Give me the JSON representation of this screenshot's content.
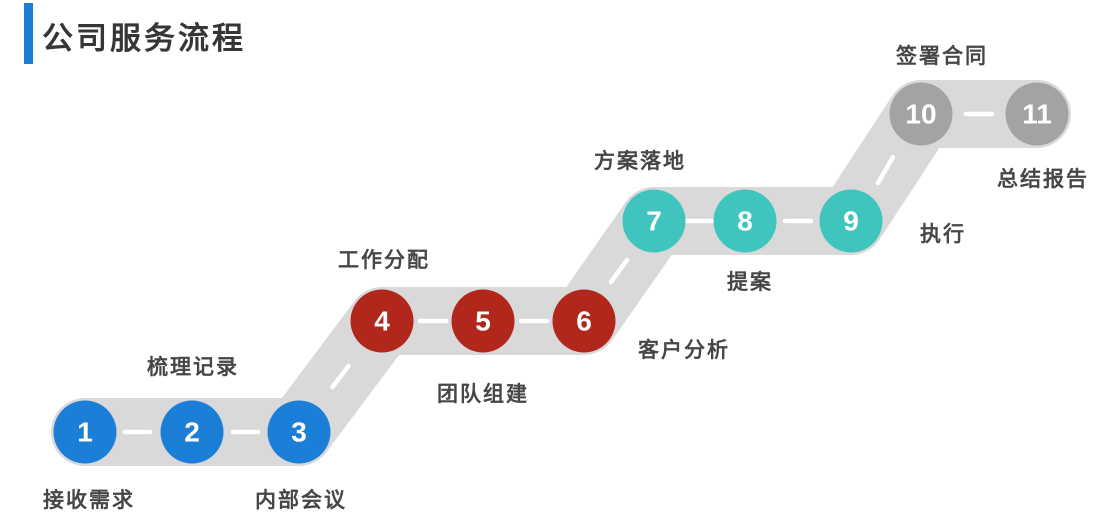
{
  "header": {
    "title": "公司服务流程"
  },
  "palette": {
    "accent": "#1b7fd8",
    "track": "#d9d9d9",
    "stage_blue": "#1b7fd8",
    "stage_red": "#b1271b",
    "stage_teal": "#3fc4be",
    "stage_gray": "#a3a3a3",
    "number_text": "#ffffff",
    "label_text": "#464646",
    "title_text": "#363636"
  },
  "process": {
    "steps": [
      {
        "number": "1",
        "label": "接收需求",
        "stage": "blue"
      },
      {
        "number": "2",
        "label": "梳理记录",
        "stage": "blue"
      },
      {
        "number": "3",
        "label": "内部会议",
        "stage": "blue"
      },
      {
        "number": "4",
        "label": "工作分配",
        "stage": "red"
      },
      {
        "number": "5",
        "label": "团队组建",
        "stage": "red"
      },
      {
        "number": "6",
        "label": "客户分析",
        "stage": "red"
      },
      {
        "number": "7",
        "label": "方案落地",
        "stage": "teal"
      },
      {
        "number": "8",
        "label": "提案",
        "stage": "teal"
      },
      {
        "number": "9",
        "label": "执行",
        "stage": "teal"
      },
      {
        "number": "10",
        "label": "签署合同",
        "stage": "gray"
      },
      {
        "number": "11",
        "label": "总结报告",
        "stage": "gray"
      }
    ]
  }
}
